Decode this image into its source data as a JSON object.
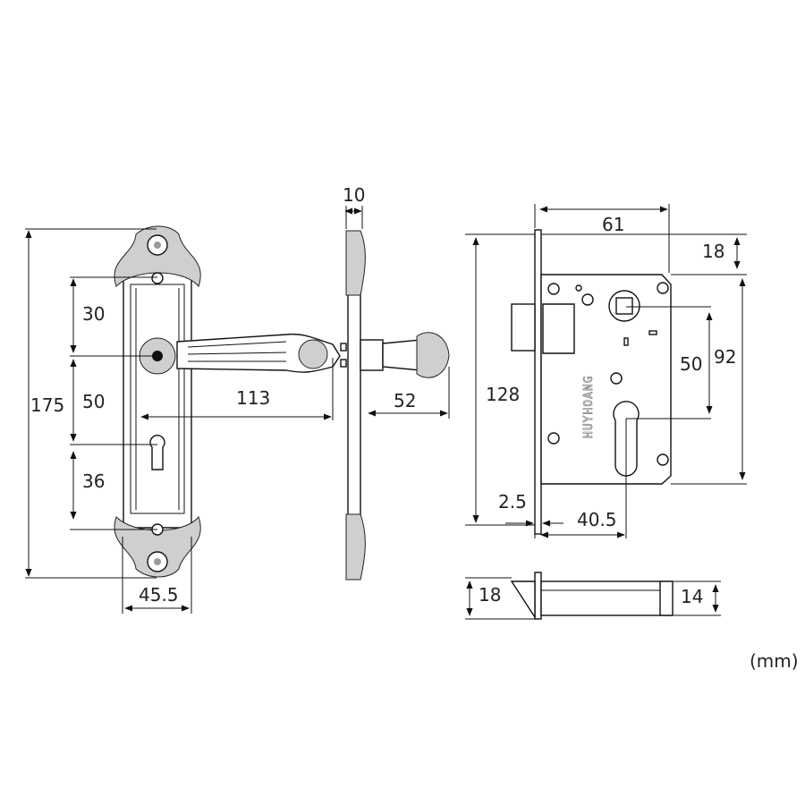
{
  "unit_label": "(mm)",
  "brand": "HUYHOANG",
  "dimensions": {
    "plate_height": "175",
    "handle_to_plate_top": "30",
    "handle_to_keyhole": "50",
    "keyhole_to_bottom": "36",
    "lever_length": "113",
    "plate_width": "45.5",
    "plate_thickness": "10",
    "knob_projection": "52",
    "backset": "61",
    "faceplate_height": "128",
    "case_top_offset": "18",
    "case_height": "92",
    "center_distance": "50",
    "faceplate_thickness": "2.5",
    "cylinder_backset": "40.5",
    "faceplate_width": "18",
    "case_thickness": "14"
  }
}
